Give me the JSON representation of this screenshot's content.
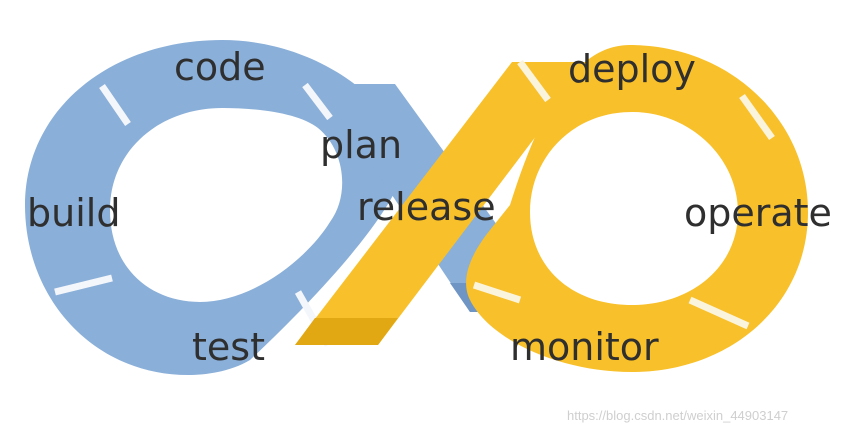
{
  "colors": {
    "dev_loop": "#8aafd9",
    "dev_loop_dark": "#6f95c4",
    "ops_loop": "#f8c02a",
    "ops_loop_dark": "#e1a814",
    "separator": "#f3f6fa",
    "label_text": "#2f2f2f",
    "watermark": "#cfcfcf"
  },
  "dev_loop": {
    "stages": [
      "code",
      "plan",
      "build",
      "test"
    ]
  },
  "ops_loop": {
    "stages": [
      "deploy",
      "release",
      "operate",
      "monitor"
    ]
  },
  "watermark": "https://blog.csdn.net/weixin_44903147"
}
